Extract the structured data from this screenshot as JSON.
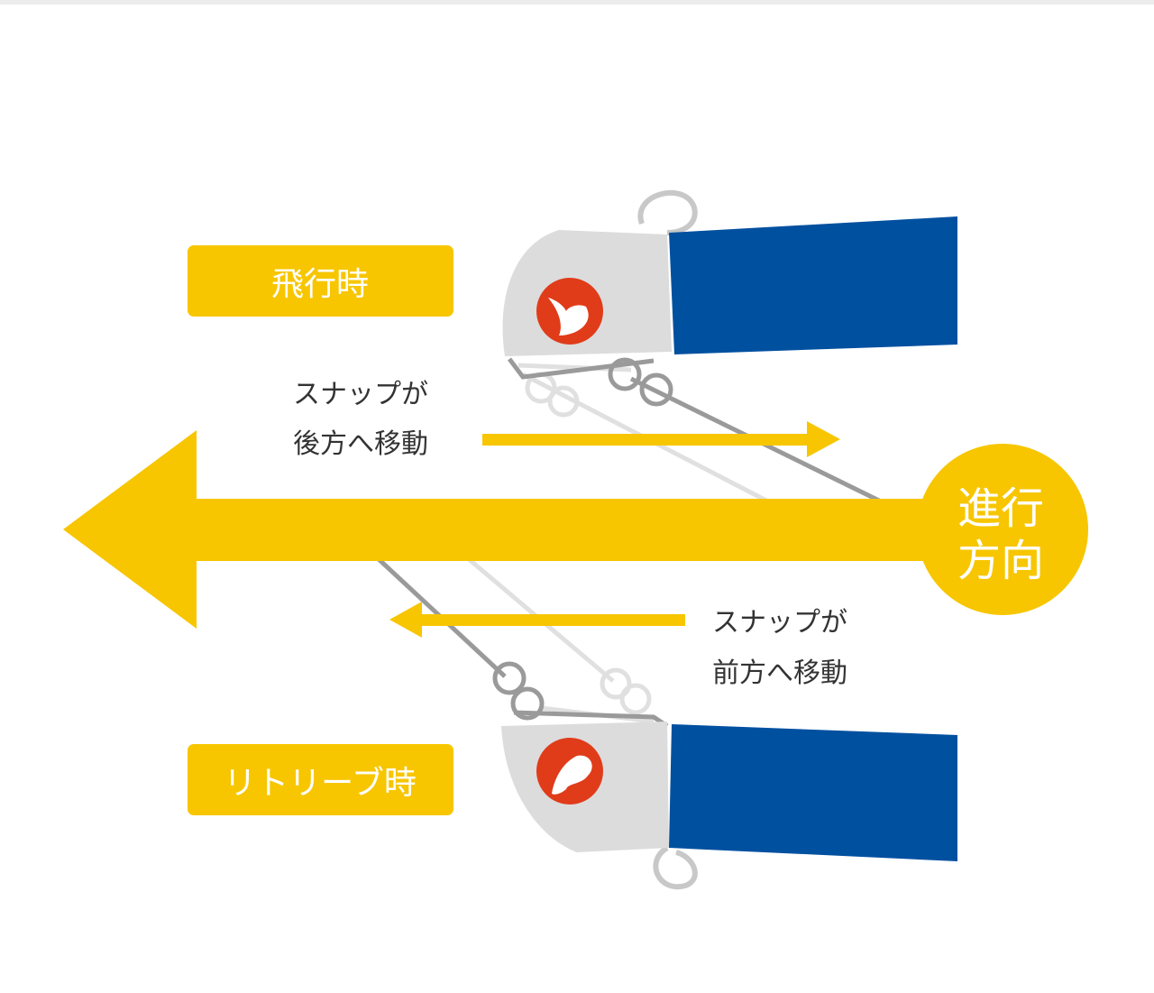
{
  "labels": {
    "flight": "飛行時",
    "retrieve": "リトリーブ時"
  },
  "notes": {
    "flight_line1": "スナップが",
    "flight_line2": "後方へ移動",
    "retrieve_line1": "スナップが",
    "retrieve_line2": "前方へ移動"
  },
  "direction": {
    "line1": "進行",
    "line2": "方向"
  },
  "colors": {
    "yellow": "#f7c600",
    "blue": "#0050a0",
    "lure_head": "#dcdcdc",
    "logo_red": "#e03c1a",
    "wire_dark": "#9a9a9a",
    "wire_light": "#dedede",
    "text": "#333333"
  }
}
